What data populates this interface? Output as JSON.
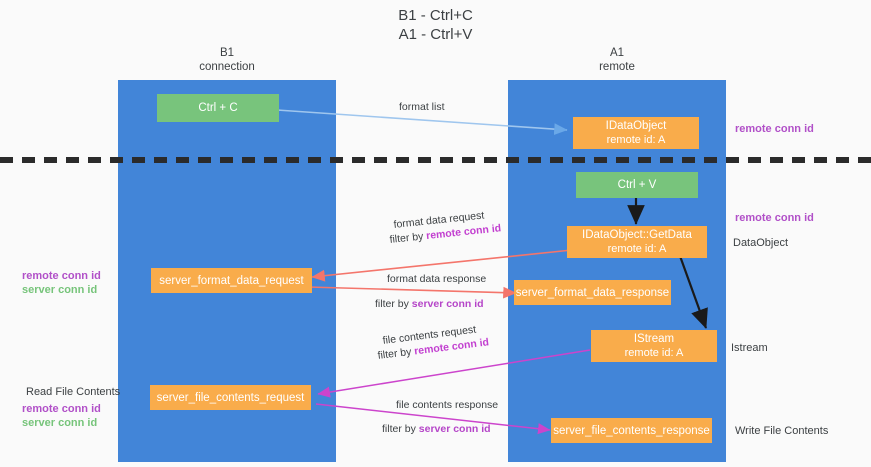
{
  "title": "B1 - Ctrl+C\nA1 - Ctrl+V",
  "lanes": [
    {
      "id": "b1",
      "label": "B1\nconnection"
    },
    {
      "id": "a1",
      "label": "A1\nremote"
    }
  ],
  "nodes": [
    {
      "id": "ctrl-c",
      "line1": "Ctrl + C",
      "line2": "",
      "color": "#78c47c"
    },
    {
      "id": "idataobject",
      "line1": "IDataObject",
      "line2": "remote id: A",
      "color": "#f9ac4b"
    },
    {
      "id": "ctrl-v",
      "line1": "Ctrl + V",
      "line2": "",
      "color": "#78c47c"
    },
    {
      "id": "getdata",
      "line1": "IDataObject::GetData",
      "line2": "remote id: A",
      "color": "#f9ac4b"
    },
    {
      "id": "server-format-data-request",
      "line1": "server_format_data_request",
      "line2": "",
      "color": "#f9ac4b"
    },
    {
      "id": "server-format-data-response",
      "line1": "server_format_data_response",
      "line2": "",
      "color": "#f9ac4b"
    },
    {
      "id": "istream",
      "line1": "IStream",
      "line2": "remote id: A",
      "color": "#f9ac4b"
    },
    {
      "id": "server-file-contents-request",
      "line1": "server_file_contents_request",
      "line2": "",
      "color": "#f9ac4b"
    },
    {
      "id": "server-file-contents-response",
      "line1": "server_file_contents_response",
      "line2": "",
      "color": "#f9ac4b"
    }
  ],
  "edge_labels": {
    "format_list": "format list",
    "format_data_request": "format data request",
    "format_data_request_filter_prefix": "filter by ",
    "format_data_request_filter_key": "remote conn id",
    "format_data_response": "format data response",
    "format_data_response_filter_prefix": "filter by ",
    "format_data_response_filter_key": "server conn id",
    "file_contents_request": "file contents request",
    "file_contents_request_filter_prefix": "filter by ",
    "file_contents_request_filter_key": "remote conn id",
    "file_contents_response": "file contents response",
    "file_contents_response_filter_prefix": "filter by ",
    "file_contents_response_filter_key": "server conn id"
  },
  "annotations": {
    "right_remote_conn_id_top": "remote conn id",
    "right_remote_conn_id_mid": "remote conn id",
    "right_dataobject": "DataObject",
    "right_istream": "Istream",
    "right_write_file_contents": "Write File Contents",
    "left_remote_conn_id": "remote conn id",
    "left_server_conn_id": "server conn id",
    "left_read_file_contents": "Read File Contents",
    "left_remote_conn_id_2": "remote conn id",
    "left_server_conn_id_2": "server conn id"
  },
  "colors": {
    "lane": "#4285d8",
    "green_box": "#78c47c",
    "orange_box": "#f9ac4b",
    "purple": "#b150c8",
    "green_text": "#76c47a",
    "arrow_blue": "#9fc6ee",
    "arrow_red": "#f4756b",
    "arrow_magenta": "#cc44cc",
    "arrow_black": "#1a1a1a",
    "divider": "#2b2b2b",
    "background": "#fafafa"
  }
}
